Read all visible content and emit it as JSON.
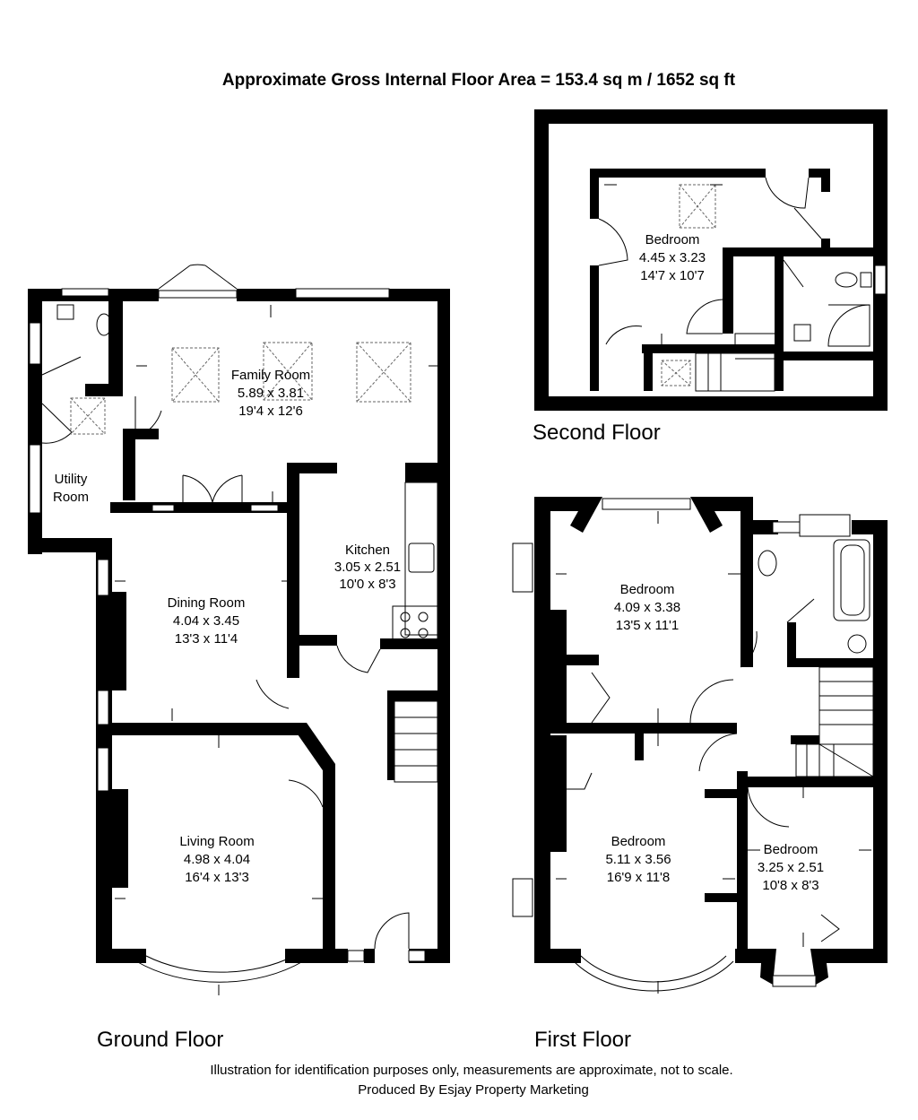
{
  "header": {
    "title": "Approximate Gross Internal Floor Area = 153.4 sq m / 1652 sq ft"
  },
  "floors": {
    "ground": "Ground Floor",
    "first": "First Floor",
    "second": "Second Floor"
  },
  "rooms": {
    "family": {
      "name": "Family Room",
      "metric": "5.89 x 3.81",
      "imperial": "19'4 x 12'6"
    },
    "utility": {
      "name1": "Utility",
      "name2": "Room"
    },
    "kitchen": {
      "name": "Kitchen",
      "metric": "3.05 x 2.51",
      "imperial": "10'0 x 8'3"
    },
    "dining": {
      "name": "Dining Room",
      "metric": "4.04 x 3.45",
      "imperial": "13'3 x 11'4"
    },
    "living": {
      "name": "Living Room",
      "metric": "4.98 x 4.04",
      "imperial": "16'4 x 13'3"
    },
    "bed_second": {
      "name": "Bedroom",
      "metric": "4.45 x 3.23",
      "imperial": "14'7 x 10'7"
    },
    "bed_first_a": {
      "name": "Bedroom",
      "metric": "4.09 x 3.38",
      "imperial": "13'5 x 11'1"
    },
    "bed_first_b": {
      "name": "Bedroom",
      "metric": "5.11 x 3.56",
      "imperial": "16'9 x 11'8"
    },
    "bed_first_c": {
      "name": "Bedroom",
      "metric": "3.25 x 2.51",
      "imperial": "10'8 x 8'3"
    }
  },
  "footer": {
    "line1": "Illustration for identification purposes only, measurements are approximate, not to scale.",
    "line2": "Produced By Esjay Property Marketing"
  }
}
